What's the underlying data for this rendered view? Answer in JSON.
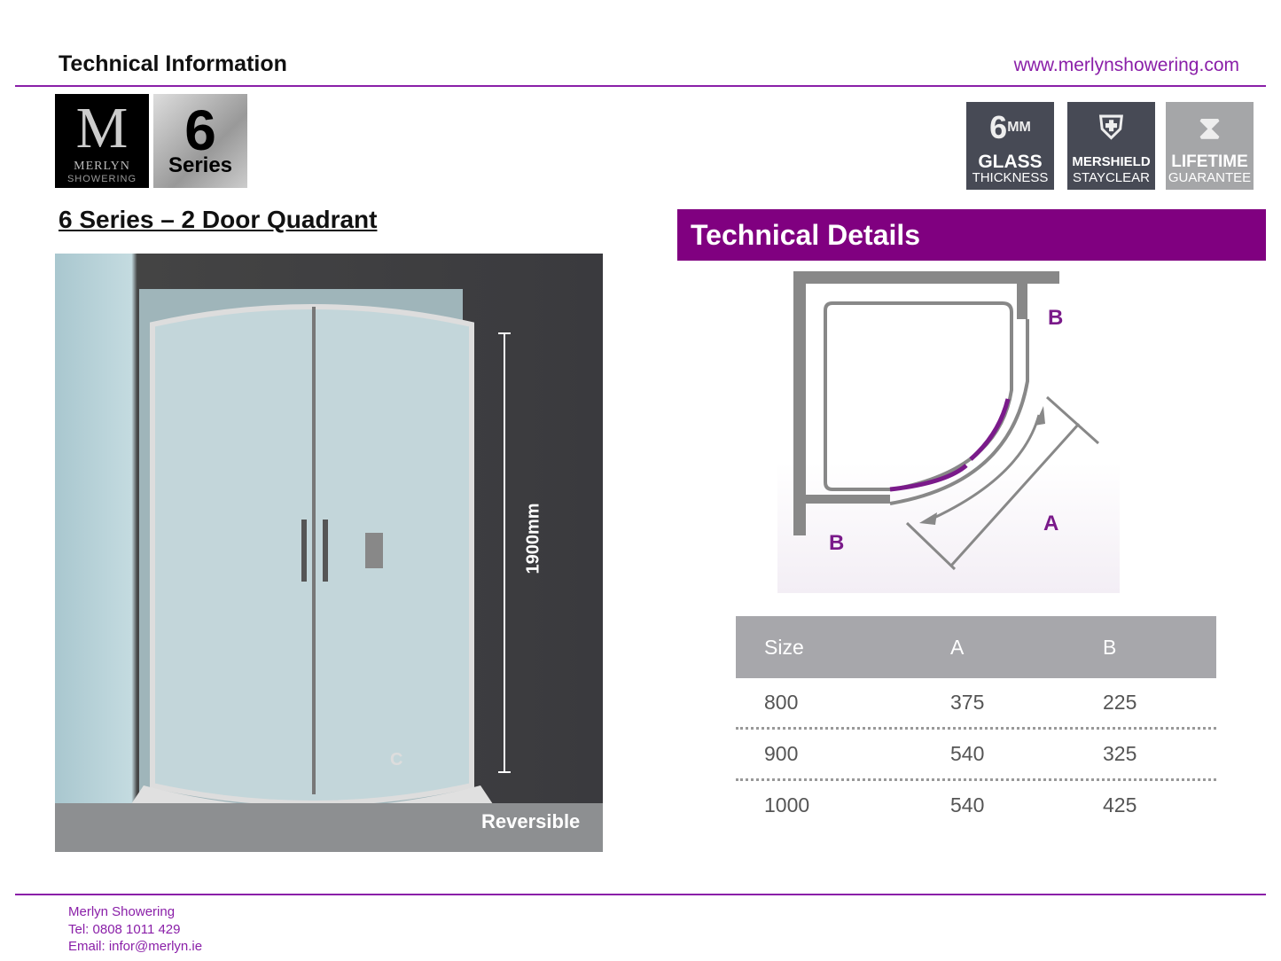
{
  "header": {
    "title": "Technical Information",
    "url": "www.merlynshowering.com"
  },
  "logos": {
    "merlyn": {
      "letter": "M",
      "name": "MERLYN",
      "sub": "SHOWERING"
    },
    "series": {
      "number": "6",
      "label": "Series"
    }
  },
  "badges": [
    {
      "line1": "GLASS",
      "line2": "THICKNESS",
      "icon": "6mm-glass-icon",
      "bg": "#474a55"
    },
    {
      "line1": "MERSHIELD",
      "line2": "STAYCLEAR",
      "icon": "shield-icon",
      "bg": "#474a55"
    },
    {
      "line1": "LIFETIME",
      "line2": "GUARANTEE",
      "icon": "hourglass-icon",
      "bg": "#a5a6a8"
    }
  ],
  "product": {
    "title": "6 Series – 2 Door Quadrant",
    "height_label": "1900mm",
    "c_label": "C",
    "reversible": "Reversible"
  },
  "technical": {
    "title": "Technical Details",
    "diagram": {
      "label_b": "B",
      "label_a": "A"
    }
  },
  "table": {
    "headers": [
      "Size",
      "A",
      "B"
    ],
    "rows": [
      [
        "800",
        "375",
        "225"
      ],
      [
        "900",
        "540",
        "325"
      ],
      [
        "1000",
        "540",
        "425"
      ]
    ]
  },
  "footer": {
    "company": "Merlyn Showering",
    "tel": "Tel:  0808 1011 429",
    "email": "Email: infor@merlyn.ie"
  },
  "colors": {
    "accent": "#800080"
  }
}
